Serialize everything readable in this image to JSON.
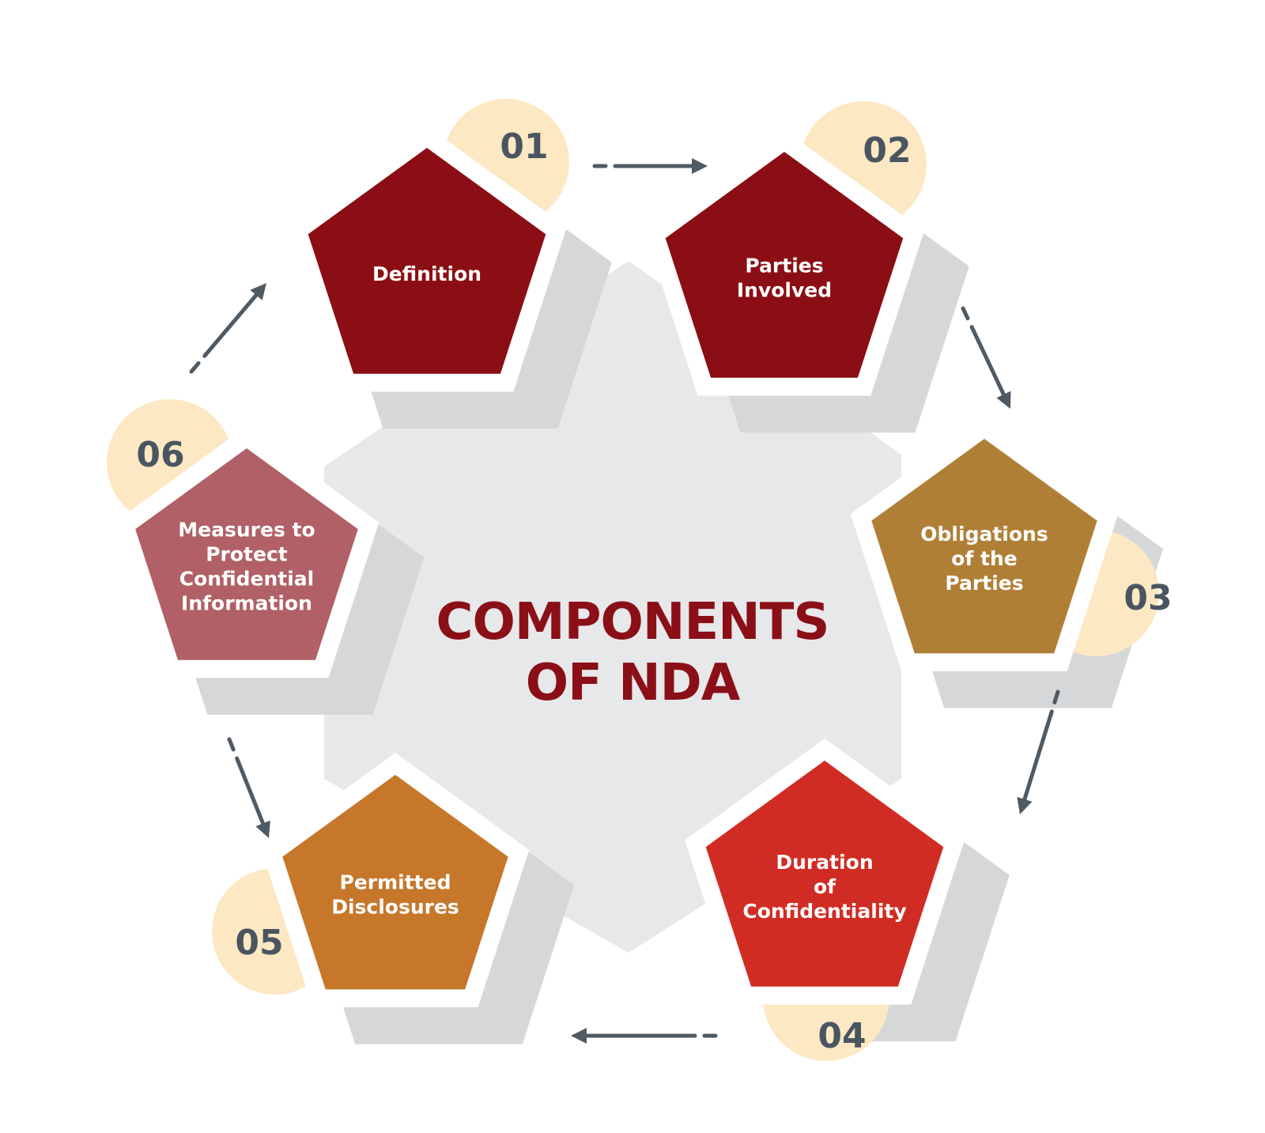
{
  "title": {
    "line1": "COMPONENTS",
    "line2": "OF NDA"
  },
  "colors": {
    "title": "#8b0f17",
    "number": "#4a5560",
    "circle": "#fde8c4",
    "arrow": "#505a63",
    "hexagon": "#e7e8ea",
    "shadow": "#d6d7d9"
  },
  "components": [
    {
      "number": "01",
      "label": [
        "Definition"
      ],
      "color": "#8b0e14"
    },
    {
      "number": "02",
      "label": [
        "Parties",
        "Involved"
      ],
      "color": "#8b0e14"
    },
    {
      "number": "03",
      "label": [
        "Obligations",
        "of the",
        "Parties"
      ],
      "color": "#b07f36"
    },
    {
      "number": "04",
      "label": [
        "Duration",
        "of",
        "Confidentiality"
      ],
      "color": "#d12c24"
    },
    {
      "number": "05",
      "label": [
        "Permitted",
        "Disclosures"
      ],
      "color": "#c6772a"
    },
    {
      "number": "06",
      "label": [
        "Measures to",
        "Protect",
        "Confidential",
        "Information"
      ],
      "color": "#b06066"
    }
  ]
}
